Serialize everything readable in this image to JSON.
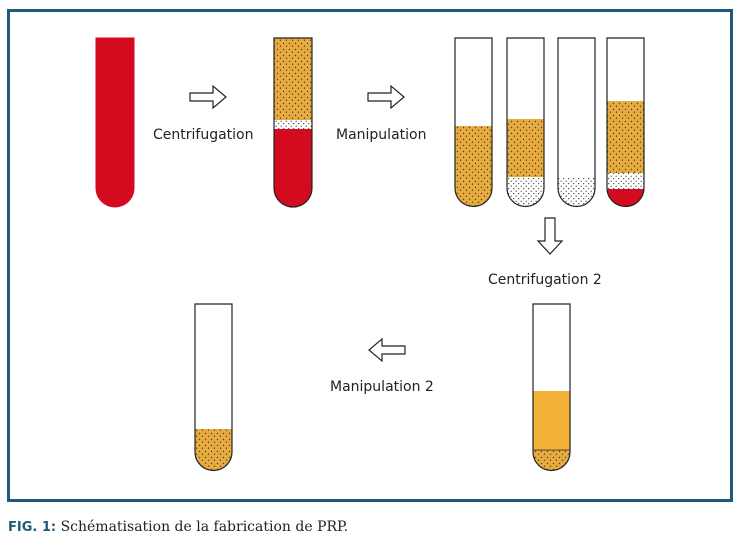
{
  "figure": {
    "labels": {
      "centrifugation": "Centrifugation",
      "manipulation": "Manipulation",
      "centrifugation_2": "Centrifugation 2",
      "manipulation_2": "Manipulation 2"
    },
    "caption": {
      "prefix": "FIG. 1:",
      "text": "Schématisation de la fabrication de PRP."
    },
    "colors": {
      "frame": "#1f5a7a",
      "blood": "#d40a1e",
      "plasma": "#e7ac41",
      "plasma_dense": "#f4b23a",
      "buffy": "#ffffff",
      "dots": "#5a3c14"
    }
  }
}
